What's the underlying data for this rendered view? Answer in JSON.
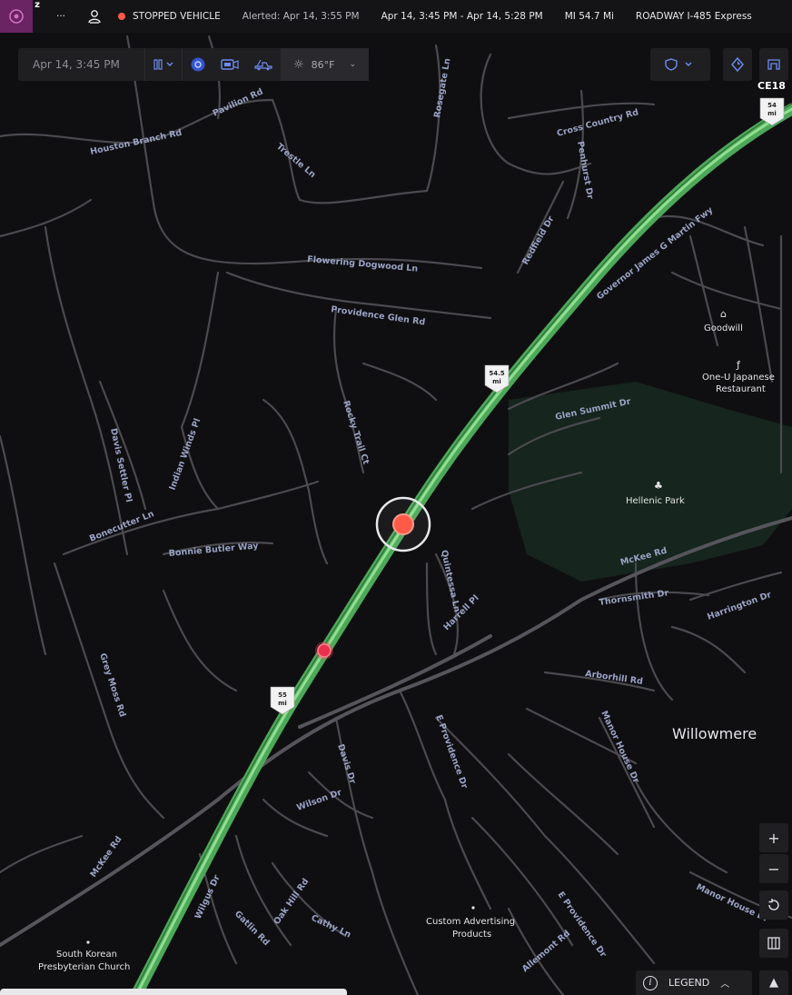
{
  "header": {
    "logo_badge": "z",
    "more_label": "···",
    "alert_type": "STOPPED VEHICLE",
    "alerted": "Alerted: Apr 14, 3:55 PM",
    "time_range": "Apr 14, 3:45 PM - Apr 14, 5:28 PM",
    "mile_marker": "MI 54.7 Mi",
    "roadway": "ROADWAY I-485 Express"
  },
  "toolbar": {
    "date_value": "Apr 14, 3:45 PM",
    "temperature": "86°F"
  },
  "map": {
    "area_code": "CE18",
    "shields": [
      {
        "line1": "54",
        "line2": "mi"
      },
      {
        "line1": "54.5",
        "line2": "mi"
      },
      {
        "line1": "55",
        "line2": "mi"
      }
    ],
    "streets": [
      "Houston Branch Rd",
      "Pavilion Rd",
      "Rosegate Ln",
      "Trestle Ln",
      "Cross Country Rd",
      "Penhurst Dr",
      "Redfield Dr",
      "Governor James G Martin Fwy",
      "Flowering Dogwood Ln",
      "Providence Glen Rd",
      "Rocky Trail Ct",
      "Glen Summit Dr",
      "Davis Settler Pl",
      "Indian Winds Pl",
      "Bonecutter Ln",
      "Bonnie Butler Way",
      "McKee Rd",
      "Thornsmith Dr",
      "Harrington Dr",
      "Quintessa Ln",
      "Harrell Pl",
      "Arborhill Rd",
      "Grey Moss Rd",
      "Manor House Dr",
      "Davis Dr",
      "E Providence Dr",
      "Wilson Dr",
      "Manor House Dr",
      "McKee Rd",
      "Wilgus Dr",
      "Gatlin Rd",
      "Oak Hill Rd",
      "Cathy Ln",
      "Allemont Rd",
      "E Providence Dr"
    ],
    "pois": {
      "goodwill": "Goodwill",
      "restaurant_line1": "One-U Japanese",
      "restaurant_line2": "Restaurant",
      "park": "Hellenic Park",
      "place": "Willowmere",
      "advert_line1": "Custom Advertising",
      "advert_line2": "Products",
      "church_line1": "South Korean",
      "church_line2": "Presbyterian Church"
    }
  },
  "legend": {
    "label": "LEGEND"
  },
  "colors": {
    "alert_red": "#ff5a48",
    "highway_green": "#4ea85a",
    "accent_blue": "#6f8cf0",
    "logo_purple": "#6a2363"
  }
}
